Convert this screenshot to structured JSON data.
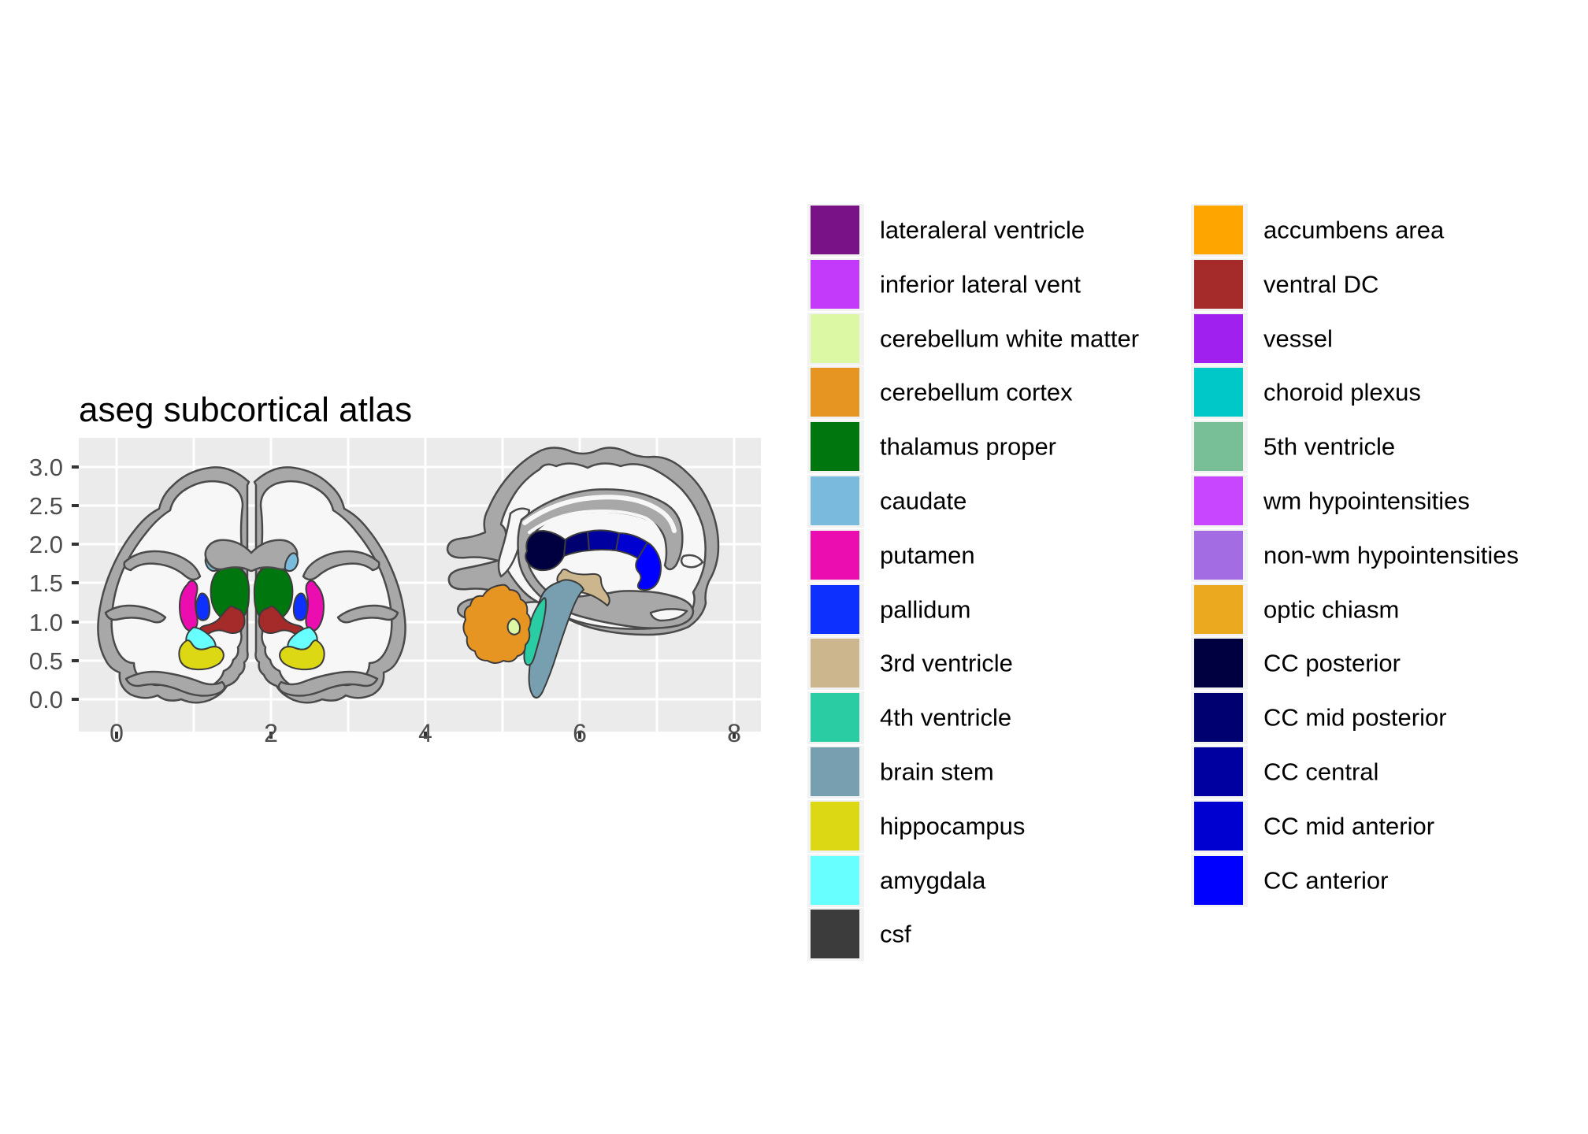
{
  "title": "aseg subcortical atlas",
  "axes": {
    "x_labels": [
      "0",
      "2",
      "4",
      "6",
      "8"
    ],
    "y_labels": [
      "3.0",
      "2.5",
      "2.0",
      "1.5",
      "1.0",
      "0.5",
      "0.0"
    ]
  },
  "drawing": {
    "panel_bg": "#EBEBEB",
    "gridline": "#FFFFFF",
    "cortex": "#A8A8A8",
    "white_matter": "#F7F7F7",
    "outline": "#4A4A4A"
  },
  "regions": [
    {
      "id": "lateral_ventricle",
      "label": "lateraleral ventricle",
      "color": "#781286",
      "column": 1
    },
    {
      "id": "inferior_lateral_vent",
      "label": "inferior lateral vent",
      "color": "#C43AFA",
      "column": 1
    },
    {
      "id": "cerebellum_white_matter",
      "label": "cerebellum white matter",
      "color": "#DCF8A4",
      "column": 1
    },
    {
      "id": "cerebellum_cortex",
      "label": "cerebellum cortex",
      "color": "#E69422",
      "column": 1
    },
    {
      "id": "thalamus_proper",
      "label": "thalamus proper",
      "color": "#00760E",
      "column": 1
    },
    {
      "id": "caudate",
      "label": "caudate",
      "color": "#7ABADC",
      "column": 1
    },
    {
      "id": "putamen",
      "label": "putamen",
      "color": "#EC0DB0",
      "column": 1
    },
    {
      "id": "pallidum",
      "label": "pallidum",
      "color": "#0D30FF",
      "column": 1
    },
    {
      "id": "third_ventricle",
      "label": "3rd ventricle",
      "color": "#CCB68E",
      "column": 1
    },
    {
      "id": "fourth_ventricle",
      "label": "4th ventricle",
      "color": "#2ACCA4",
      "column": 1
    },
    {
      "id": "brain_stem",
      "label": "brain stem",
      "color": "#779FB0",
      "column": 1
    },
    {
      "id": "hippocampus",
      "label": "hippocampus",
      "color": "#DCD814",
      "column": 1
    },
    {
      "id": "amygdala",
      "label": "amygdala",
      "color": "#67FFFF",
      "column": 1
    },
    {
      "id": "csf",
      "label": "csf",
      "color": "#3C3C3C",
      "column": 1
    },
    {
      "id": "accumbens_area",
      "label": "accumbens area",
      "color": "#FFA500",
      "column": 2
    },
    {
      "id": "ventral_dc",
      "label": "ventral DC",
      "color": "#A52A2A",
      "column": 2
    },
    {
      "id": "vessel",
      "label": "vessel",
      "color": "#A020F0",
      "column": 2
    },
    {
      "id": "choroid_plexus",
      "label": "choroid plexus",
      "color": "#00C8C8",
      "column": 2
    },
    {
      "id": "fifth_ventricle",
      "label": "5th ventricle",
      "color": "#78BE96",
      "column": 2
    },
    {
      "id": "wm_hypointensities",
      "label": "wm hypointensities",
      "color": "#C846FF",
      "column": 2
    },
    {
      "id": "non_wm_hypointensities",
      "label": "non-wm hypointensities",
      "color": "#A46CE2",
      "column": 2
    },
    {
      "id": "optic_chiasm",
      "label": "optic chiasm",
      "color": "#EAA91E",
      "column": 2
    },
    {
      "id": "cc_posterior",
      "label": "CC posterior",
      "color": "#000040",
      "column": 2
    },
    {
      "id": "cc_mid_posterior",
      "label": "CC mid posterior",
      "color": "#000070",
      "column": 2
    },
    {
      "id": "cc_central",
      "label": "CC central",
      "color": "#0000A0",
      "column": 2
    },
    {
      "id": "cc_mid_anterior",
      "label": "CC mid anterior",
      "color": "#0000D0",
      "column": 2
    },
    {
      "id": "cc_anterior",
      "label": "CC anterior",
      "color": "#0000FF",
      "column": 2
    }
  ],
  "chart_data": {
    "type": "area",
    "title": "aseg subcortical atlas",
    "description": "ggseg-style aseg subcortical brain atlas rendered as filled polygons: coronal slice (left) and sagittal slice (right) on a gray ggplot panel with white gridlines and a two-column color legend at right",
    "xlabel": "",
    "ylabel": "",
    "xlim": [
      -0.5,
      8.35
    ],
    "ylim": [
      -0.42,
      3.38
    ],
    "x_ticks": [
      0,
      2,
      4,
      6,
      8
    ],
    "y_ticks": [
      0.0,
      0.5,
      1.0,
      1.5,
      2.0,
      2.5,
      3.0
    ],
    "grid": true,
    "legend_position": "right, two columns",
    "views": [
      {
        "name": "coronal slice",
        "x_range": [
          0.2,
          3.5
        ],
        "y_range": [
          0.05,
          3.2
        ],
        "visible_structures": [
          "caudate",
          "thalamus proper",
          "putamen",
          "pallidum",
          "ventral DC",
          "amygdala",
          "hippocampus"
        ]
      },
      {
        "name": "sagittal slice",
        "x_range": [
          4.2,
          7.9
        ],
        "y_range": [
          0.1,
          3.2
        ],
        "visible_structures": [
          "CC posterior",
          "CC mid posterior",
          "CC central",
          "CC mid anterior",
          "CC anterior",
          "3rd ventricle",
          "brain stem",
          "4th ventricle",
          "cerebellum cortex",
          "cerebellum white matter"
        ]
      }
    ],
    "legend_entry_count": 27
  }
}
